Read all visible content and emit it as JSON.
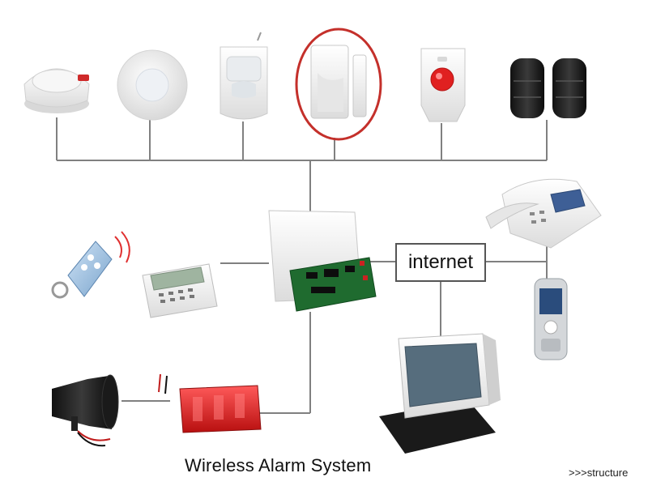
{
  "diagram": {
    "hub_label": "internet",
    "caption": "Wireless Alarm System",
    "structure_link": ">>>structure",
    "colors": {
      "line": "#808080",
      "highlight": "#c4302b",
      "panic_red": "#e02020",
      "strobe_red": "#e02828",
      "device_white": "#f1f1f1"
    },
    "devices": [
      {
        "name": "smoke-detector-icon"
      },
      {
        "name": "ceiling-pir-sensor-icon"
      },
      {
        "name": "pir-motion-detector-icon"
      },
      {
        "name": "door-magnetic-contact-icon",
        "highlighted": true
      },
      {
        "name": "panic-button-icon"
      },
      {
        "name": "infrared-beam-detector-icon"
      },
      {
        "name": "remote-control-keyfob-icon"
      },
      {
        "name": "lcd-keypad-icon"
      },
      {
        "name": "alarm-control-panel-icon"
      },
      {
        "name": "desk-telephone-icon"
      },
      {
        "name": "mobile-phone-icon"
      },
      {
        "name": "computer-monitor-icon"
      },
      {
        "name": "siren-speaker-icon"
      },
      {
        "name": "strobe-siren-icon"
      }
    ]
  }
}
